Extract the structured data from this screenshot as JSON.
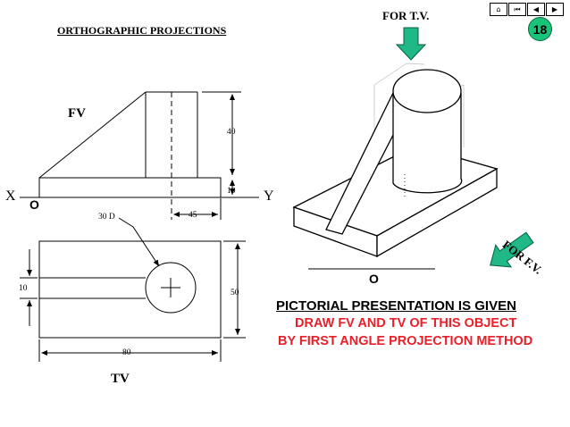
{
  "slide": {
    "title": "ORTHOGRAPHIC PROJECTIONS",
    "page_number": "18",
    "nav_buttons": [
      "home-icon",
      "first-icon",
      "prev-icon",
      "next-icon"
    ]
  },
  "drawing": {
    "fv_label": "FV",
    "tv_label": "TV",
    "x_label": "X",
    "y_label": "Y",
    "origin_label": "O",
    "dims": {
      "height_40": "40",
      "base_10": "10",
      "offset_45": "45",
      "hole_30d": "30 D",
      "slot_10": "10",
      "width_50": "50",
      "length_80": "80"
    }
  },
  "pictorial": {
    "for_tv_label": "FOR T.V.",
    "for_fv_label": "FOR F.V.",
    "origin_label": "O",
    "heading": "PICTORIAL PRESENTATION IS GIVEN",
    "instruction_1": "DRAW FV AND TV OF THIS OBJECT",
    "instruction_2": "BY FIRST ANGLE PROJECTION METHOD"
  },
  "colors": {
    "arrow_fill": "#1fb886",
    "badge": "#19c47a",
    "instruction_text": "#e8202a"
  }
}
